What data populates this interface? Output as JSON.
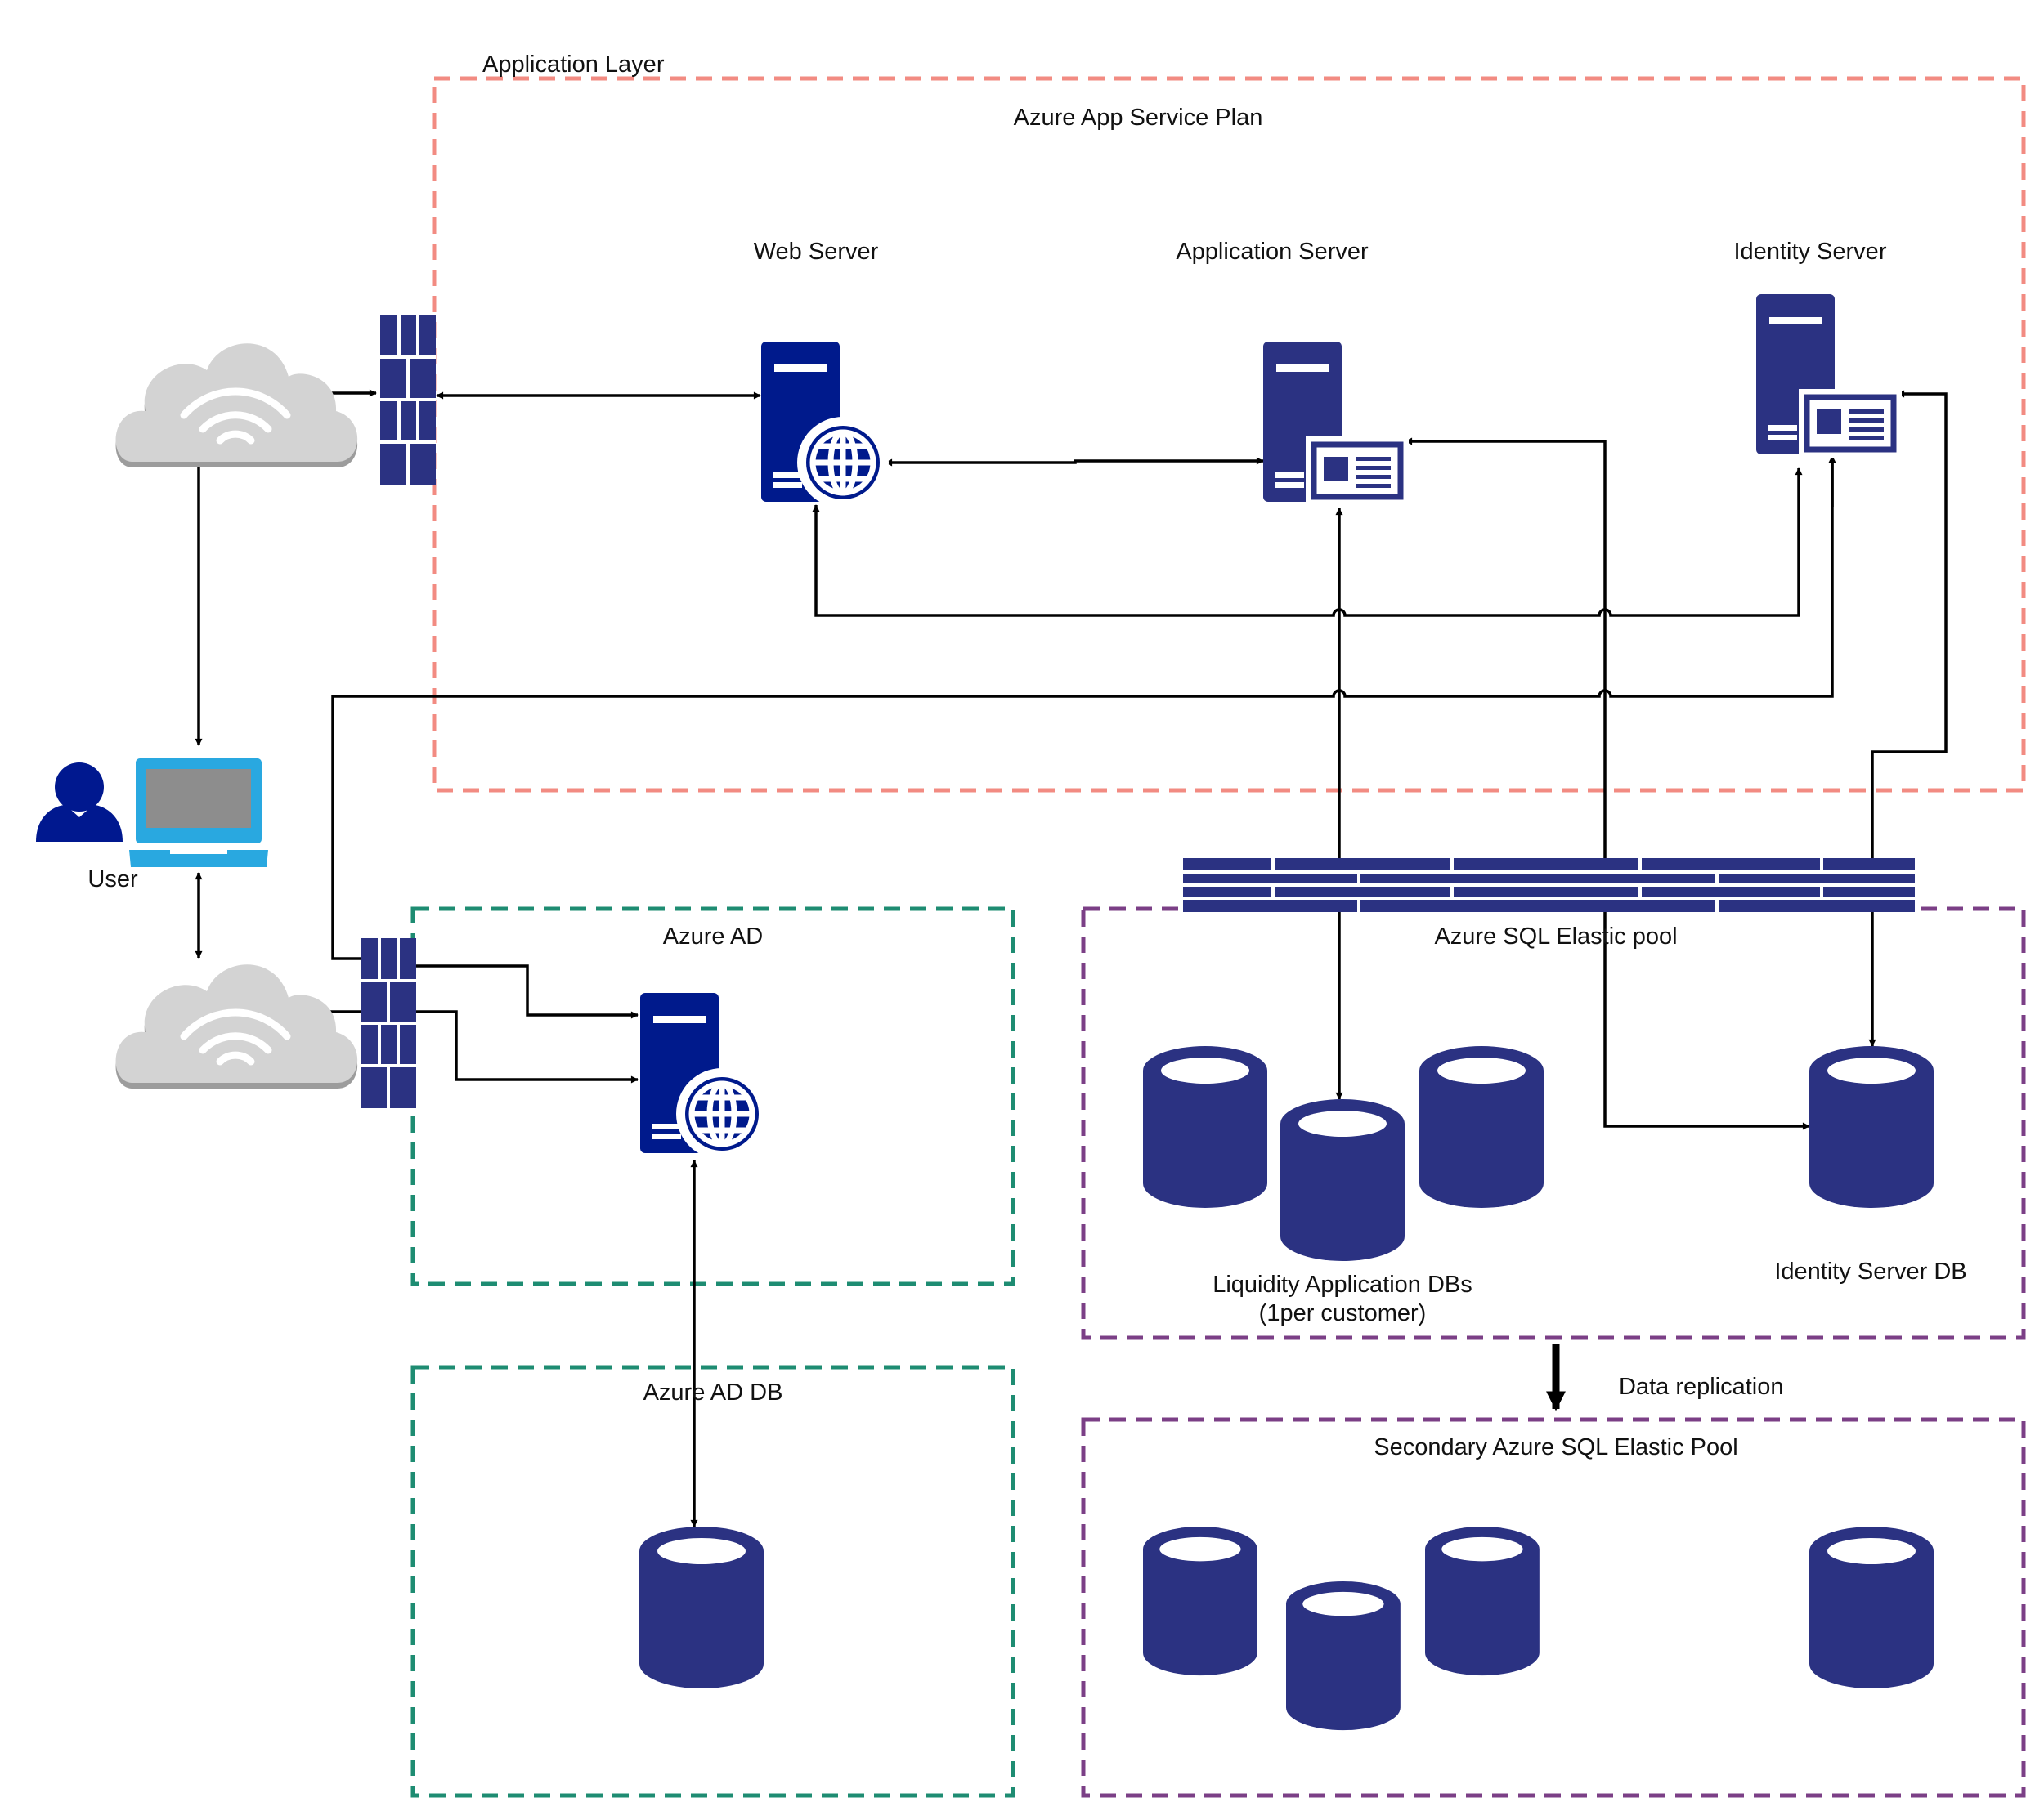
{
  "labels": {
    "application_layer": "Application Layer",
    "app_service_plan": "Azure App Service Plan",
    "web_server": "Web Server",
    "application_server": "Application Server",
    "identity_server": "Identity Server",
    "user": "User",
    "azure_ad": "Azure AD",
    "azure_ad_db": "Azure AD DB",
    "sql_elastic_pool": "Azure SQL Elastic pool",
    "liquidity_dbs_line1": "Liquidity Application DBs",
    "liquidity_dbs_line2": "(1per customer)",
    "identity_server_db": "Identity Server DB",
    "data_replication": "Data replication",
    "secondary_pool": "Secondary Azure SQL Elastic Pool"
  },
  "colors": {
    "app_layer_border": "#f28b82",
    "azure_ad_border": "#1e8c72",
    "sql_pool_border": "#7b3f86",
    "server_blue": "#001a8c",
    "server_indigo": "#2b3282",
    "laptop_blue": "#29a8e0",
    "user_blue": "#00188f",
    "cloud_gray": "#cccccc",
    "connector": "#000000"
  },
  "icons": {
    "cloud": "cloud-wifi-icon",
    "firewall": "firewall-icon",
    "web_server": "web-server-icon",
    "app_server": "application-server-icon",
    "database": "database-icon",
    "user": "user-icon",
    "laptop": "laptop-icon"
  }
}
